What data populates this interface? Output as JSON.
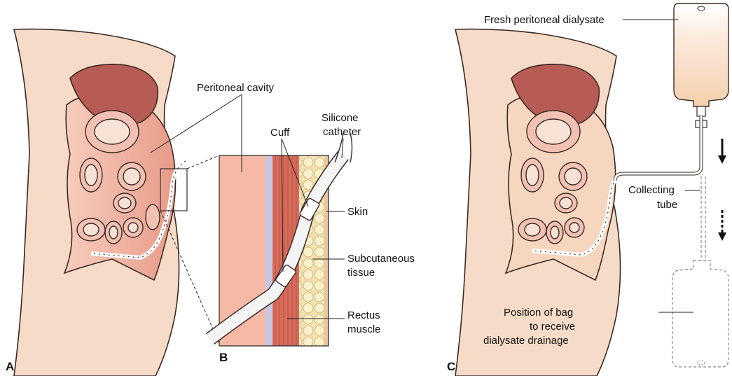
{
  "panels": {
    "a": {
      "letter": "A",
      "peritoneal_cavity": "Peritoneal cavity"
    },
    "b": {
      "letter": "B",
      "cuff": "Cuff",
      "silicone_catheter": [
        "Silicone",
        "catheter"
      ],
      "skin": "Skin",
      "subcutaneous_tissue": [
        "Subcutaneous",
        "tissue"
      ],
      "rectus_muscle": [
        "Rectus",
        "muscle"
      ]
    },
    "c": {
      "letter": "C",
      "fresh_dialysate": "Fresh peritoneal dialysate",
      "collecting_tube": [
        "Collecting",
        "tube"
      ],
      "drain_bag_position": [
        "Position of bag",
        "to receive",
        "dialysate drainage"
      ]
    }
  },
  "colors": {
    "skin": "#f6dcc8",
    "skin_outline": "#3a2a24",
    "cavity": "#efa594",
    "liver": "#b75c55",
    "intestine": "#f2c1b4",
    "muscle": "#d76b5a",
    "fat": "#f3e3b0",
    "dialysate": "#f8dcc4"
  },
  "icons": [
    "arrow-down-icon",
    "dashed-arrow-down-icon"
  ]
}
